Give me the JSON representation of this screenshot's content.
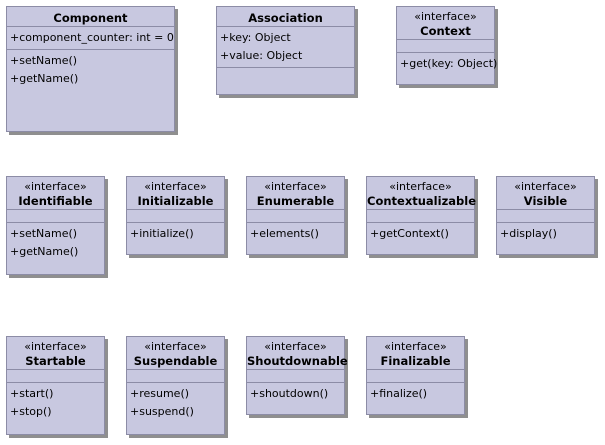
{
  "diagram": {
    "classes": [
      {
        "id": "component",
        "stereotype": "",
        "name": "Component",
        "attributes": [
          "+component_counter: int =  0"
        ],
        "operations": [
          "+setName()",
          "+getName()"
        ]
      },
      {
        "id": "association",
        "stereotype": "",
        "name": "Association",
        "attributes": [
          "+key: Object",
          "+value: Object"
        ],
        "operations": []
      },
      {
        "id": "context",
        "stereotype": "«interface»",
        "name": "Context",
        "attributes": [],
        "operations": [
          "+get(key: Object)"
        ]
      },
      {
        "id": "identifiable",
        "stereotype": "«interface»",
        "name": "Identifiable",
        "attributes": [],
        "operations": [
          "+setName()",
          "+getName()"
        ]
      },
      {
        "id": "initializable",
        "stereotype": "«interface»",
        "name": "Initializable",
        "attributes": [],
        "operations": [
          "+initialize()"
        ]
      },
      {
        "id": "enumerable",
        "stereotype": "«interface»",
        "name": "Enumerable",
        "attributes": [],
        "operations": [
          "+elements()"
        ]
      },
      {
        "id": "contextualizable",
        "stereotype": "«interface»",
        "name": "Contextualizable",
        "attributes": [],
        "operations": [
          "+getContext()"
        ]
      },
      {
        "id": "visible",
        "stereotype": "«interface»",
        "name": "Visible",
        "attributes": [],
        "operations": [
          "+display()"
        ]
      },
      {
        "id": "startable",
        "stereotype": "«interface»",
        "name": "Startable",
        "attributes": [],
        "operations": [
          "+start()",
          "+stop()"
        ]
      },
      {
        "id": "suspendable",
        "stereotype": "«interface»",
        "name": "Suspendable",
        "attributes": [],
        "operations": [
          "+resume()",
          "+suspend()"
        ]
      },
      {
        "id": "shoutdownable",
        "stereotype": "«interface»",
        "name": "Shoutdownable",
        "attributes": [],
        "operations": [
          "+shoutdown()"
        ]
      },
      {
        "id": "finalizable",
        "stereotype": "«interface»",
        "name": "Finalizable",
        "attributes": [],
        "operations": [
          "+finalize()"
        ]
      }
    ]
  }
}
